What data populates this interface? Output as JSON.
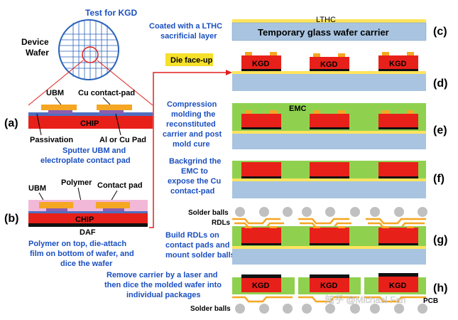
{
  "left": {
    "title": "Test for KGD",
    "wafer_label_line1": "Device",
    "wafer_label_line2": "Wafer",
    "a": {
      "letter": "(a)",
      "ubm": "UBM",
      "cu_pad": "Cu contact-pad",
      "chip": "CHIP",
      "passivation": "Passivation",
      "al_pad": "Al or Cu Pad",
      "caption_line1": "Sputter UBM and",
      "caption_line2": "electroplate contact pad"
    },
    "b": {
      "letter": "(b)",
      "ubm": "UBM",
      "polymer": "Polymer",
      "contact_pad": "Contact pad",
      "chip": "CHIP",
      "daf": "DAF",
      "caption_line1": "Polymer on top, die-attach",
      "caption_line2": "film on bottom of wafer, and",
      "caption_line3": "dice the wafer"
    }
  },
  "right": {
    "c": {
      "letter": "(c)",
      "caption_line1": "Coated with a LTHC",
      "caption_line2": "sacrificial layer",
      "lthc": "LTHC",
      "carrier": "Temporary glass wafer carrier"
    },
    "die_face_up": "Die face-up",
    "kgd": "KGD",
    "d": {
      "letter": "(d)"
    },
    "e": {
      "letter": "(e)",
      "emc": "EMC",
      "caption_lines": [
        "Compression",
        "molding the",
        "reconstituted",
        "carrier and post",
        "mold cure"
      ]
    },
    "f": {
      "letter": "(f)",
      "caption_lines": [
        "Backgrind the",
        "EMC to",
        "expose the Cu",
        "contact-pad"
      ]
    },
    "g": {
      "letter": "(g)",
      "solder_balls": "Solder balls",
      "rdls": "RDLs",
      "caption_lines": [
        "Build RDLs on",
        "contact pads and",
        "mount solder balls"
      ]
    },
    "h": {
      "letter": "(h)",
      "caption_lines": [
        "Remove carrier by a laser and",
        "then dice the molded wafer into",
        "individual packages"
      ],
      "solder_balls": "Solder balls",
      "watermark": "知乎 @Michael Fan",
      "pcb": "PCB"
    }
  },
  "colors": {
    "chip_red": "#e8201a",
    "pad_orange": "#f5a623",
    "ubm_purple": "#8a5fb0",
    "passivation_blue": "#4f6fc0",
    "polymer_pink": "#f2b8d8",
    "emc_green": "#8fd14f",
    "glass_blue": "#a8c4e0",
    "lthc_yellow": "#ffe45c",
    "solder_gray": "#c0c0c0",
    "rdl_orange": "#f5a623",
    "label_blue": "#1a4fbf",
    "line_red": "#e02020"
  }
}
